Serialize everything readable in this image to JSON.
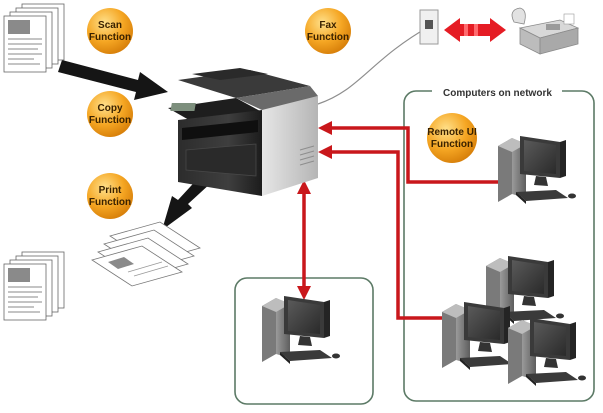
{
  "functions": {
    "scan": {
      "line1": "Scan",
      "line2": "Function"
    },
    "copy": {
      "line1": "Copy",
      "line2": "Function"
    },
    "print": {
      "line1": "Print",
      "line2": "Function"
    },
    "fax": {
      "line1": "Fax",
      "line2": "Function"
    },
    "remote": {
      "line1": "Remote UI",
      "line2": "Function"
    }
  },
  "network": {
    "label": "Computers on network"
  },
  "colors": {
    "bubble": "#f3a21c",
    "bubble_highlight": "#ffd66b",
    "red_arrow": "#c9171b",
    "black_arrow": "#151515",
    "frame": "#5c7a66"
  },
  "icons": [
    "printer-icon",
    "computer-icon",
    "fax-machine-icon",
    "phone-jack-icon",
    "document-stack-icon"
  ]
}
